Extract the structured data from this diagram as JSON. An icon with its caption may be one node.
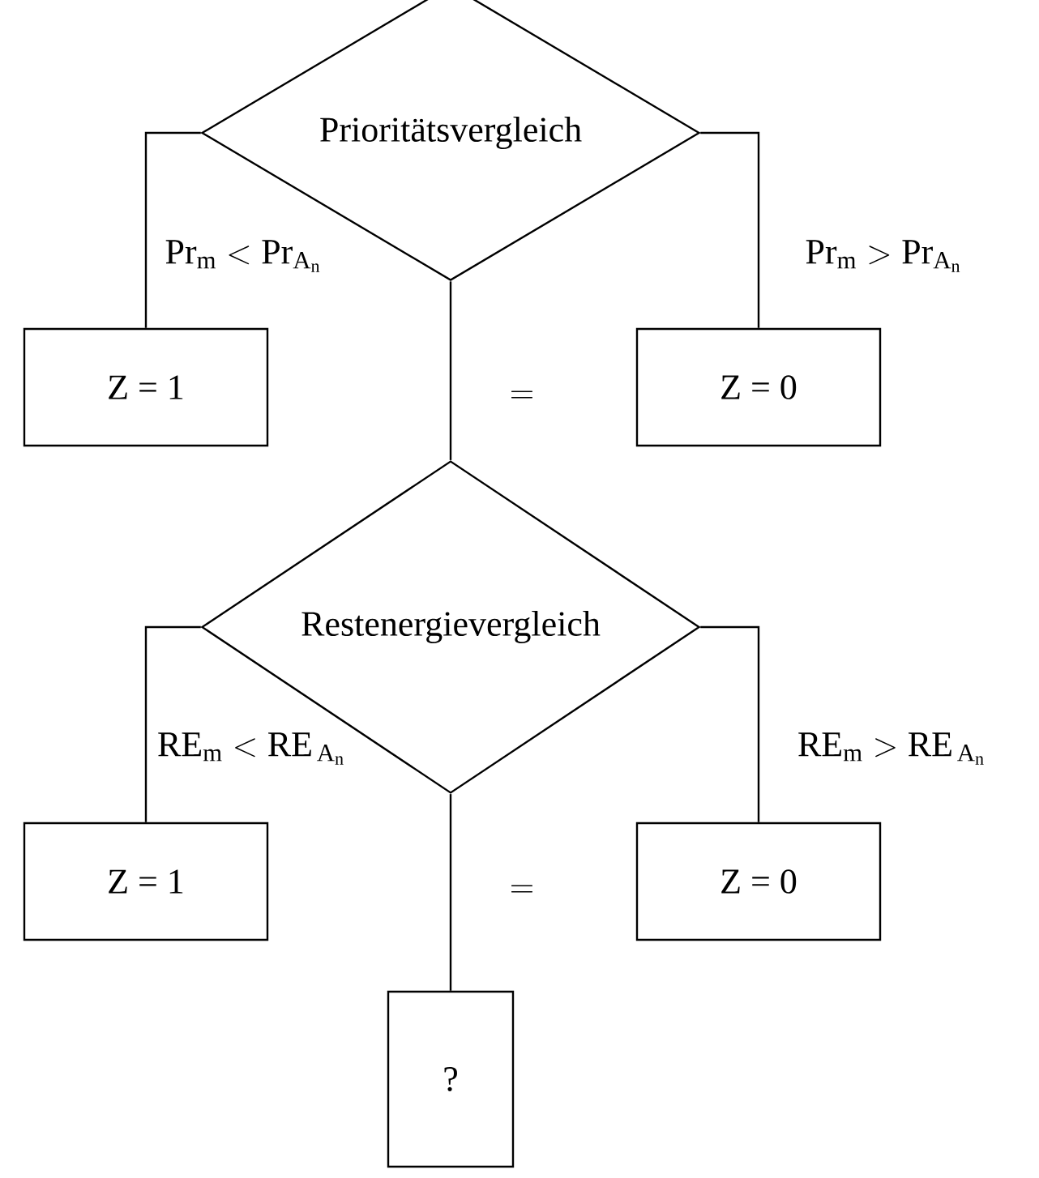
{
  "diagram": {
    "nodes": [
      {
        "text": [
          "Prioritätsvergleich"
        ]
      },
      {
        "text": [
          "Z = 1"
        ]
      },
      {
        "text": [
          "Z = 0"
        ]
      },
      {
        "text": [
          "Restenergievergleich"
        ]
      },
      {
        "text": [
          "Z = 1"
        ]
      },
      {
        "text": [
          "Z = 0"
        ]
      },
      {
        "text": [
          "?"
        ]
      }
    ],
    "edges": [
      {
        "from": 0,
        "to": 1,
        "arrow": "none",
        "label": "\\mathrm{Pr}_{\\mathrm{m}} < \\mathrm{Pr}_{\\mathrm{A}_{\\mathrm{n}}}"
      },
      {
        "from": 0,
        "to": 2,
        "arrow": "none",
        "label": "\\mathrm{Pr}_{\\mathrm{m}} > \\mathrm{Pr}_{\\mathrm{A}_{\\mathrm{n}}}"
      },
      {
        "from": 0,
        "to": 3,
        "arrow": "none",
        "label": "="
      },
      {
        "from": 3,
        "to": 4,
        "arrow": "none",
        "label": "\\mathrm{RE}_{\\mathrm{m}} < \\mathrm{RE}_{\\,\\mathrm{A}_{\\mathrm{n}}}"
      },
      {
        "from": 3,
        "to": 5,
        "arrow": "none",
        "label": "\\mathrm{RE}_{\\mathrm{m}} > \\mathrm{RE}_{\\,\\mathrm{A}_{\\mathrm{n}}}"
      },
      {
        "from": 3,
        "to": 6,
        "arrow": "none",
        "label": "="
      }
    ]
  }
}
